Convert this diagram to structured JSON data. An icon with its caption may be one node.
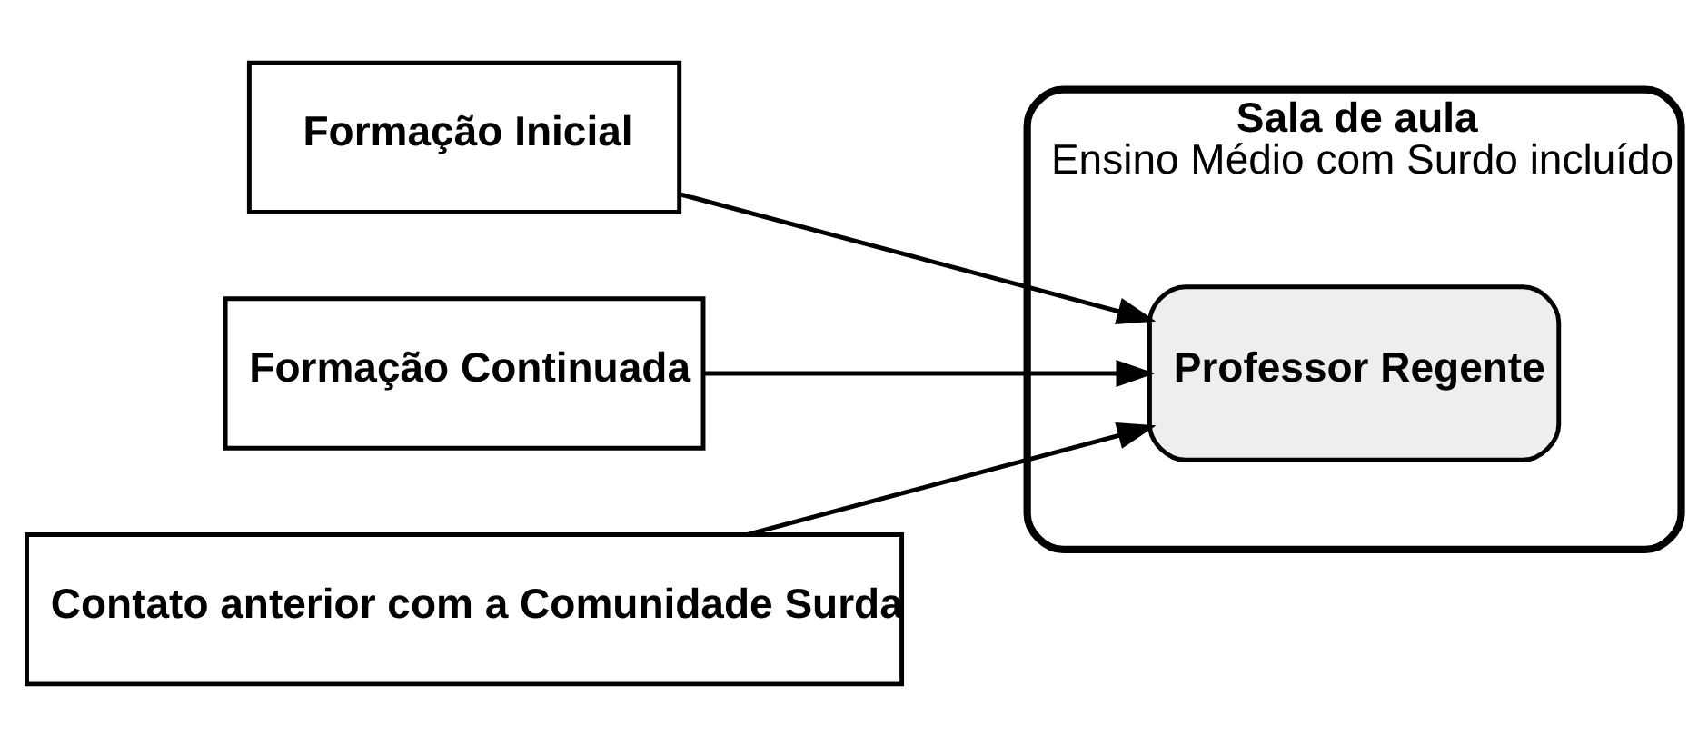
{
  "diagram": {
    "nodes": [
      {
        "text": [
          "Formação Inicial"
        ]
      },
      {
        "text": [
          "Formação Continuada"
        ]
      },
      {
        "text": [
          "Contato anterior com a Comunidade Surda"
        ]
      },
      {
        "text": [
          "Sala de aula",
          "Ensino Médio com Surdo incluído"
        ]
      },
      {
        "text": [
          "Professor Regente"
        ],
        "in": 3
      }
    ],
    "edges": [
      {
        "from": 0,
        "to": 4,
        "arrow": "to"
      },
      {
        "from": 1,
        "to": 4,
        "arrow": "to"
      },
      {
        "from": 2,
        "to": 4,
        "arrow": "to"
      }
    ]
  }
}
